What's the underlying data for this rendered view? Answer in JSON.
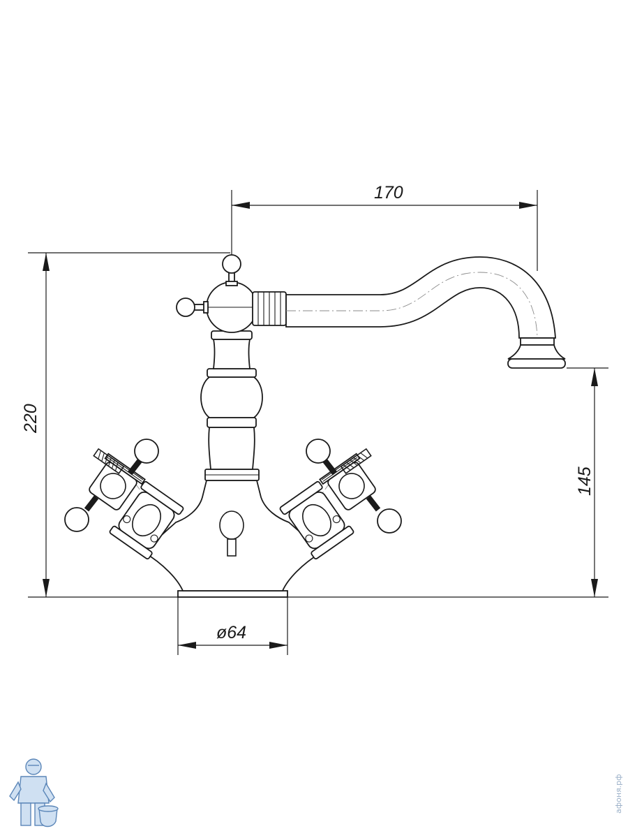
{
  "dimensions": {
    "spout_reach": "170",
    "total_height": "220",
    "spout_height": "145",
    "base_diameter": "ø64"
  },
  "watermark": {
    "site_text": "афоня.рф"
  },
  "colors": {
    "line": "#1a1a1a",
    "centerline": "#8a8a8a",
    "logo": "#5b86b8"
  }
}
